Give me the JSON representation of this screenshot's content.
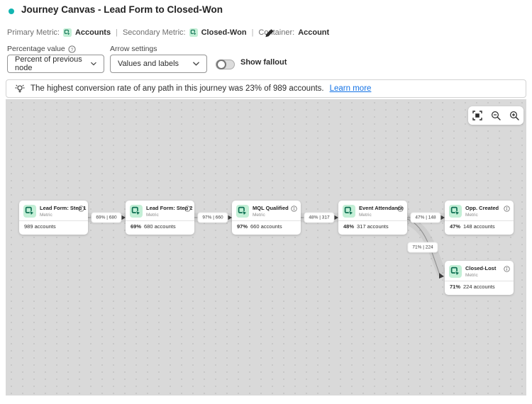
{
  "header": {
    "title": "Journey Canvas - Lead Form to Closed-Won"
  },
  "metrics_bar": {
    "primary_label": "Primary Metric:",
    "primary_value": "Accounts",
    "separator1": "|",
    "secondary_label": "Secondary Metric:",
    "secondary_value": "Closed-Won",
    "separator2": "|",
    "container_label": "Container:",
    "container_value": "Account"
  },
  "controls": {
    "percentage_label": "Percentage value",
    "percentage_dropdown_value": "Percent of previous node",
    "arrow_settings_label": "Arrow settings",
    "arrow_dropdown_value": "Values and labels",
    "fallout_toggle_label": "Show fallout",
    "fallout_toggle_on": false
  },
  "banner": {
    "text": "The highest conversion rate of any path in this journey was 23% of 989 accounts.",
    "link": "Learn more"
  },
  "canvas": {
    "nodes": [
      {
        "title": "Lead Form: Step 1",
        "subtitle": "Metric",
        "pct": "",
        "value": "989 accounts"
      },
      {
        "title": "Lead Form: Step 2",
        "subtitle": "Metric",
        "pct": "69%",
        "value": "680 accounts"
      },
      {
        "title": "MQL Qualified",
        "subtitle": "Metric",
        "pct": "97%",
        "value": "660 accounts"
      },
      {
        "title": "Event Attendance",
        "subtitle": "Metric",
        "pct": "48%",
        "value": "317 accounts"
      },
      {
        "title": "Opp. Created",
        "subtitle": "Metric",
        "pct": "47%",
        "value": "148 accounts"
      },
      {
        "title": "Closed-Lost",
        "subtitle": "Metric",
        "pct": "71%",
        "value": "224 accounts"
      }
    ],
    "edge_labels": [
      "69% | 680",
      "97% | 660",
      "48% | 317",
      "47% | 148",
      "71% | 224"
    ]
  },
  "colors": {
    "accent_teal": "#12b5b1",
    "metric_icon_bg": "#c3efd6",
    "metric_icon_fg": "#0f7154",
    "link_blue": "#1473e6",
    "canvas_bg": "#d9d9d9"
  }
}
